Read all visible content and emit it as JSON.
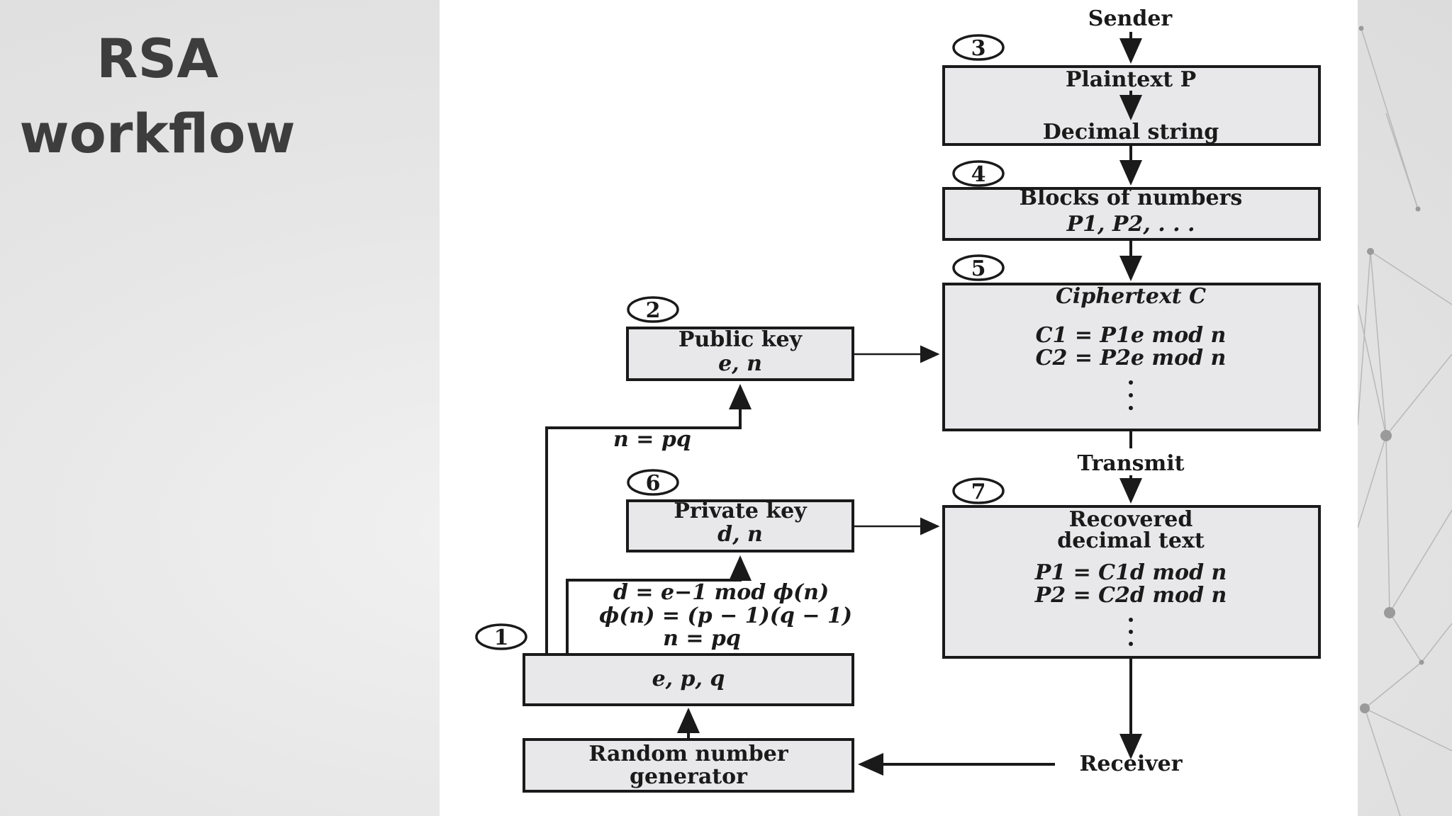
{
  "slide": {
    "title_line1": "RSA",
    "title_line2": "workflow"
  },
  "diagram": {
    "sender": "Sender",
    "receiver": "Receiver",
    "transmit": "Transmit",
    "steps": [
      "1",
      "2",
      "3",
      "4",
      "5",
      "6",
      "7"
    ],
    "plaintext_box": {
      "line1": "Plaintext P",
      "line2": "Decimal string"
    },
    "blocks_box": {
      "line1": "Blocks of numbers",
      "line2": "P1, P2, . . ."
    },
    "ciphertext_box": {
      "title": "Ciphertext C",
      "eq1": "C1 = P1e mod n",
      "eq2": "C2 = P2e mod n"
    },
    "public_key_box": {
      "line1": "Public key",
      "line2": "e, n"
    },
    "private_key_box": {
      "line1": "Private key",
      "line2": "d, n"
    },
    "recovered_box": {
      "line1": "Recovered",
      "line2": "decimal text",
      "eq1": "P1 = C1d mod n",
      "eq2": "P2 = C2d mod n"
    },
    "epq_box": {
      "label": "e, p, q"
    },
    "rng_box": {
      "line1": "Random number",
      "line2": "generator"
    },
    "label_n_pq": "n = pq",
    "label_d": "d = e−1 mod ϕ(n)",
    "label_phi": "ϕ(n) = (p − 1)(q − 1)",
    "label_n_pq2": "n = pq"
  }
}
